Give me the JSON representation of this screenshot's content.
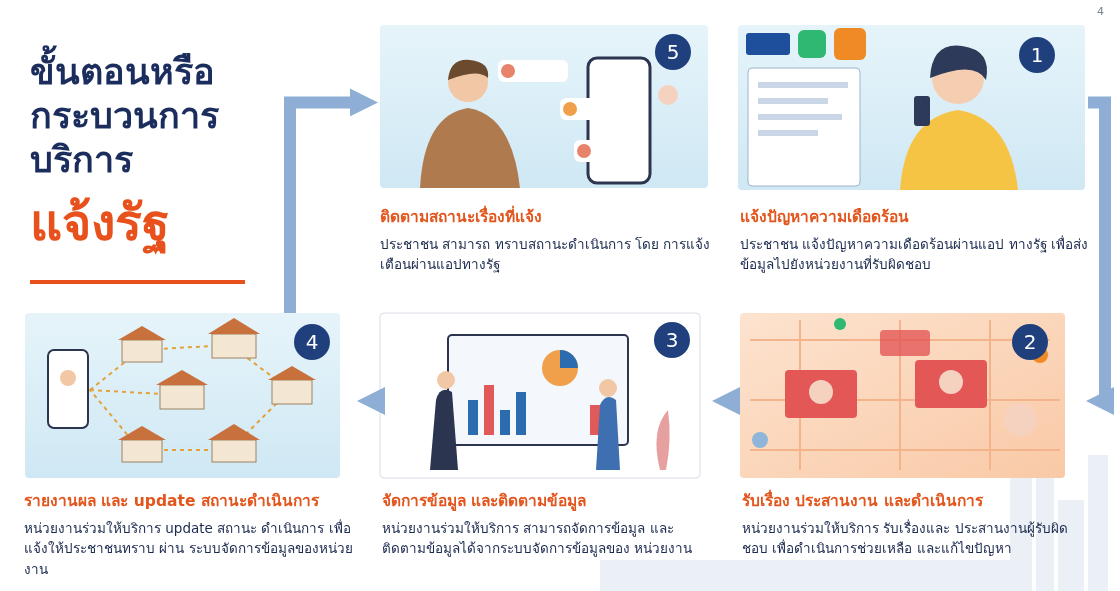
{
  "diagram": {
    "title": "ขั้นตอนหรือ กระบวนการ บริการ",
    "nodes": [
      {
        "text": [
          "ติดตามสถานะเรื่องที่แจ้ง",
          "ประชาชน สามารถ ทราบสถานะดำเนินการ โดย การแจ้งเตือนผ่านแอปทางรัฐ"
        ]
      },
      {
        "text": [
          "5"
        ],
        "in": 0
      },
      {
        "text": [
          "แจ้งปัญหาความเดือดร้อน",
          "ประชาชน แจ้งปัญหาความเดือดร้อนผ่านแอป ทางรัฐ เพื่อส่งข้อมูลไปยังหน่วยงานที่รับผิดชอบ"
        ]
      },
      {
        "text": [
          "1"
        ],
        "in": 2
      },
      {
        "text": [
          "รายงานผล และ update สถานะดำเนินการ",
          "หน่วยงานร่วมให้บริการ update สถานะ ดำเนินการ เพื่อแจ้งให้ประชาชนทราบ ผ่าน ระบบจัดการข้อมูลของหน่วยงาน"
        ]
      },
      {
        "text": [
          "4"
        ],
        "in": 4
      },
      {
        "text": [
          "จัดการข้อมูล และติดตามข้อมูล",
          "หน่วยงานร่วมให้บริการ สามารถจัดการข้อมูล และติดตามข้อมูลได้จากระบบจัดการข้อมูลของ หน่วยงาน"
        ]
      },
      {
        "text": [
          "3"
        ],
        "in": 6
      },
      {
        "text": [
          "รับเรื่อง ประสานงาน และดำเนินการ",
          "หน่วยงานร่วมให้บริการ รับเรื่องและ ประสานงานผู้รับผิดชอบ เพื่อดำเนินการช่วยเหลือ และแก้ไขปัญหา"
        ]
      },
      {
        "text": [
          "2"
        ],
        "in": 8
      }
    ],
    "edges": [
      {
        "from": 2,
        "to": 8,
        "arrow": "to"
      },
      {
        "from": 8,
        "to": 6,
        "arrow": "to"
      },
      {
        "from": 6,
        "to": 4,
        "arrow": "to"
      },
      {
        "from": 4,
        "to": 0,
        "arrow": "to"
      }
    ],
    "labels": [
      "แจ้งรัฐ",
      "4"
    ]
  }
}
